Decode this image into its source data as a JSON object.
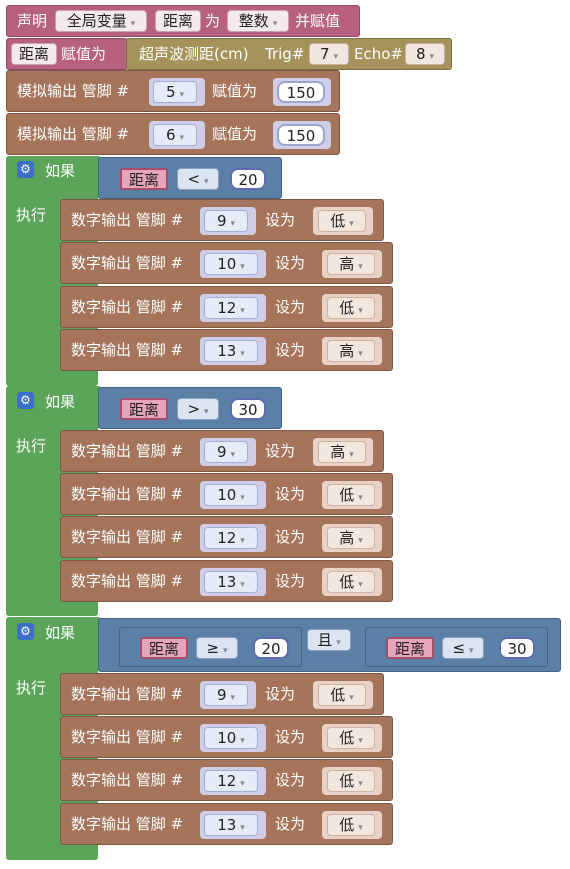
{
  "declare": {
    "label": "声明",
    "scope": "全局变量",
    "var": "距离",
    "as": "为",
    "type": "整数",
    "assign": "并赋值"
  },
  "assign": {
    "var": "距离",
    "label": "赋值为",
    "sensor": "超声波测距(cm)",
    "trig_label": "Trig#",
    "trig": "7",
    "echo_label": "Echo#",
    "echo": "8"
  },
  "analog": [
    {
      "label": "模拟输出 管脚 #",
      "pin": "5",
      "assign": "赋值为",
      "value": "150"
    },
    {
      "label": "模拟输出 管脚 #",
      "pin": "6",
      "assign": "赋值为",
      "value": "150"
    }
  ],
  "if_label": "如果",
  "do_label": "执行",
  "digital_label": "数字输出 管脚 #",
  "set_label": "设为",
  "if1": {
    "var": "距离",
    "op": "<",
    "value": "20",
    "actions": [
      {
        "pin": "9",
        "level": "低"
      },
      {
        "pin": "10",
        "level": "高"
      },
      {
        "pin": "12",
        "level": "低"
      },
      {
        "pin": "13",
        "level": "高"
      }
    ]
  },
  "if2": {
    "var": "距离",
    "op": ">",
    "value": "30",
    "actions": [
      {
        "pin": "9",
        "level": "高"
      },
      {
        "pin": "10",
        "level": "低"
      },
      {
        "pin": "12",
        "level": "高"
      },
      {
        "pin": "13",
        "level": "低"
      }
    ]
  },
  "if3": {
    "left": {
      "var": "距离",
      "op": "≥",
      "value": "20"
    },
    "logic": "且",
    "right": {
      "var": "距离",
      "op": "≤",
      "value": "30"
    },
    "actions": [
      {
        "pin": "9",
        "level": "低"
      },
      {
        "pin": "10",
        "level": "低"
      },
      {
        "pin": "12",
        "level": "低"
      },
      {
        "pin": "13",
        "level": "低"
      }
    ]
  },
  "dropdown_arrow": "▾",
  "gear_icon": "⚙"
}
